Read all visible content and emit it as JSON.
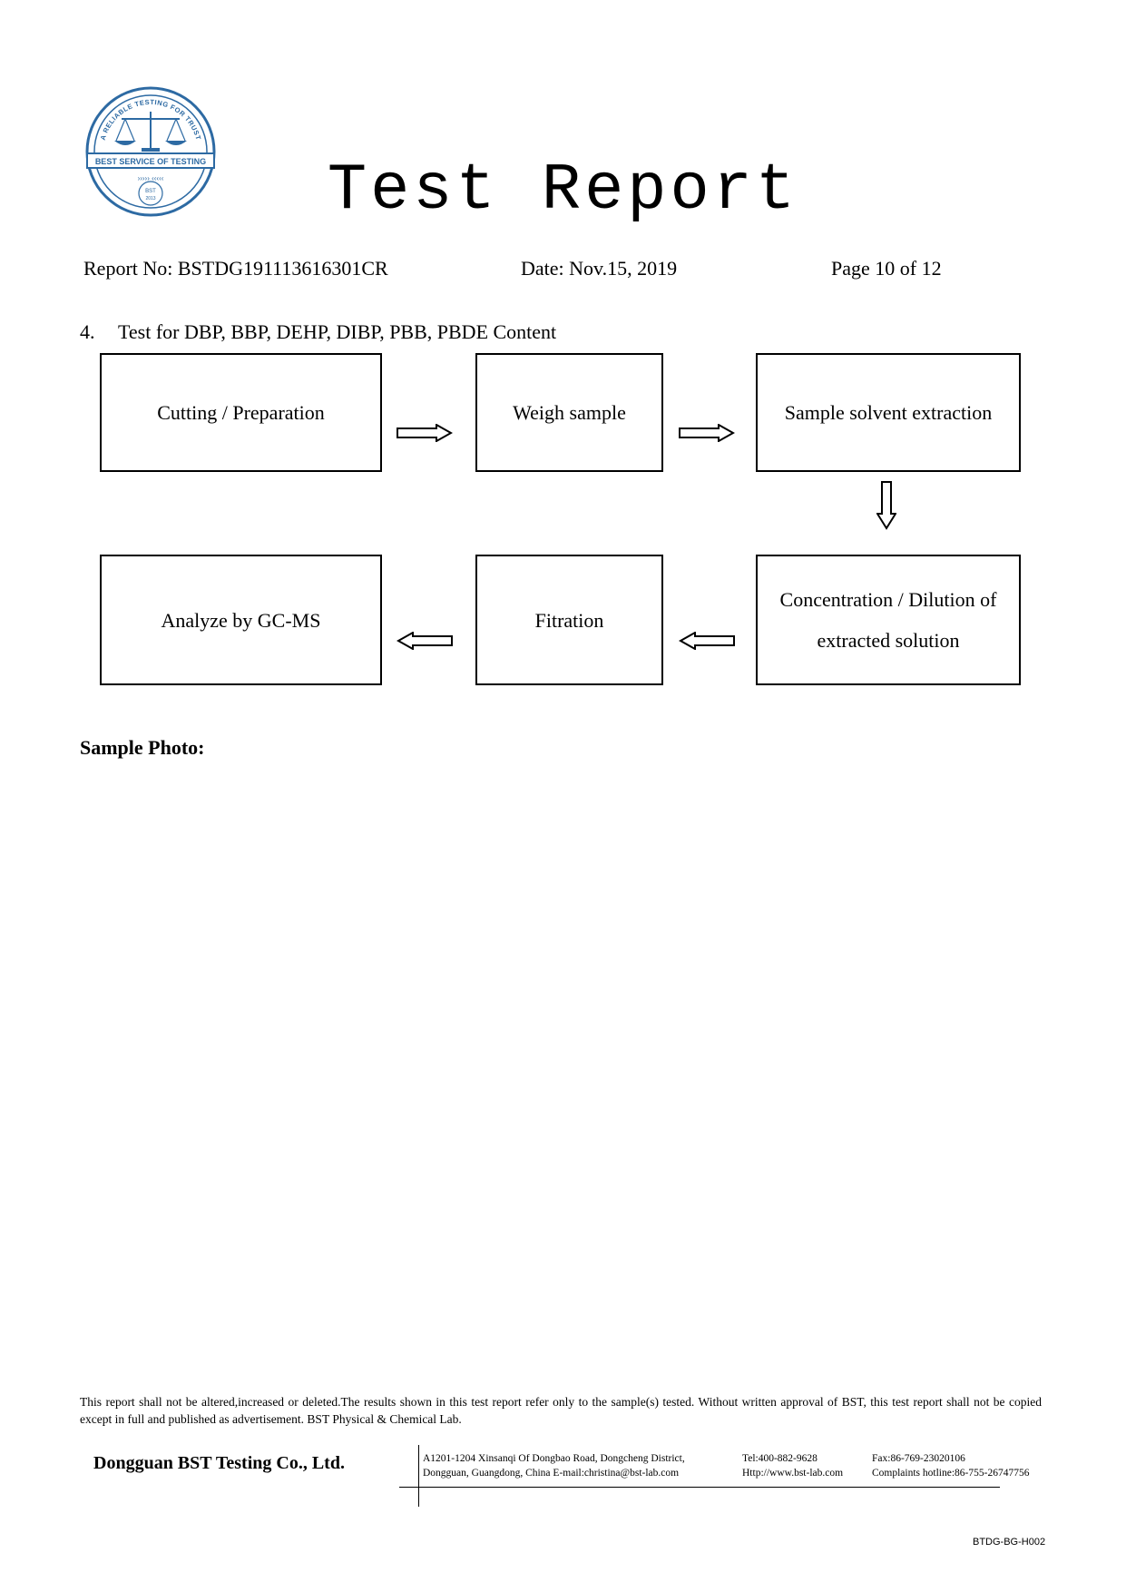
{
  "logo": {
    "arc_text": "A RELIABLE TESTING FOR TRUST",
    "banner_text": "BEST SERVICE OF TESTING",
    "bottom_text": "BST",
    "year_text": "2013"
  },
  "title": "Test Report",
  "header": {
    "report_no": "Report No: BSTDG191113616301CR",
    "date": "Date: Nov.15, 2019",
    "page": "Page 10 of 12"
  },
  "section": {
    "number": "4.",
    "heading": "Test for DBP, BBP, DEHP, DIBP, PBB, PBDE Content"
  },
  "flow": {
    "step1": "Cutting / Preparation",
    "step2": "Weigh sample",
    "step3": "Sample solvent extraction",
    "step4_line1": "Concentration / Dilution of",
    "step4_line2": "extracted solution",
    "step5": "Fitration",
    "step6": "Analyze by GC-MS"
  },
  "photo_heading": "Sample Photo:",
  "footer": {
    "disclaimer": "This report shall not be altered,increased or deleted.The results shown in this test report refer only to the sample(s) tested. Without written approval of BST, this test report shall not be copied except in full and published as advertisement. BST Physical & Chemical Lab.",
    "company": "Dongguan BST Testing Co., Ltd.",
    "address_line1": "A1201-1204 Xinsanqi Of Dongbao Road, Dongcheng District,",
    "address_line2": "Dongguan, Guangdong, China E-mail:christina@bst-lab.com",
    "tel": "Tel:400-882-9628",
    "web": "Http://www.bst-lab.com",
    "fax": "Fax:86-769-23020106",
    "complaints": "Complaints hotline:86-755-26747756",
    "form_code": "BTDG-BG-H002"
  }
}
